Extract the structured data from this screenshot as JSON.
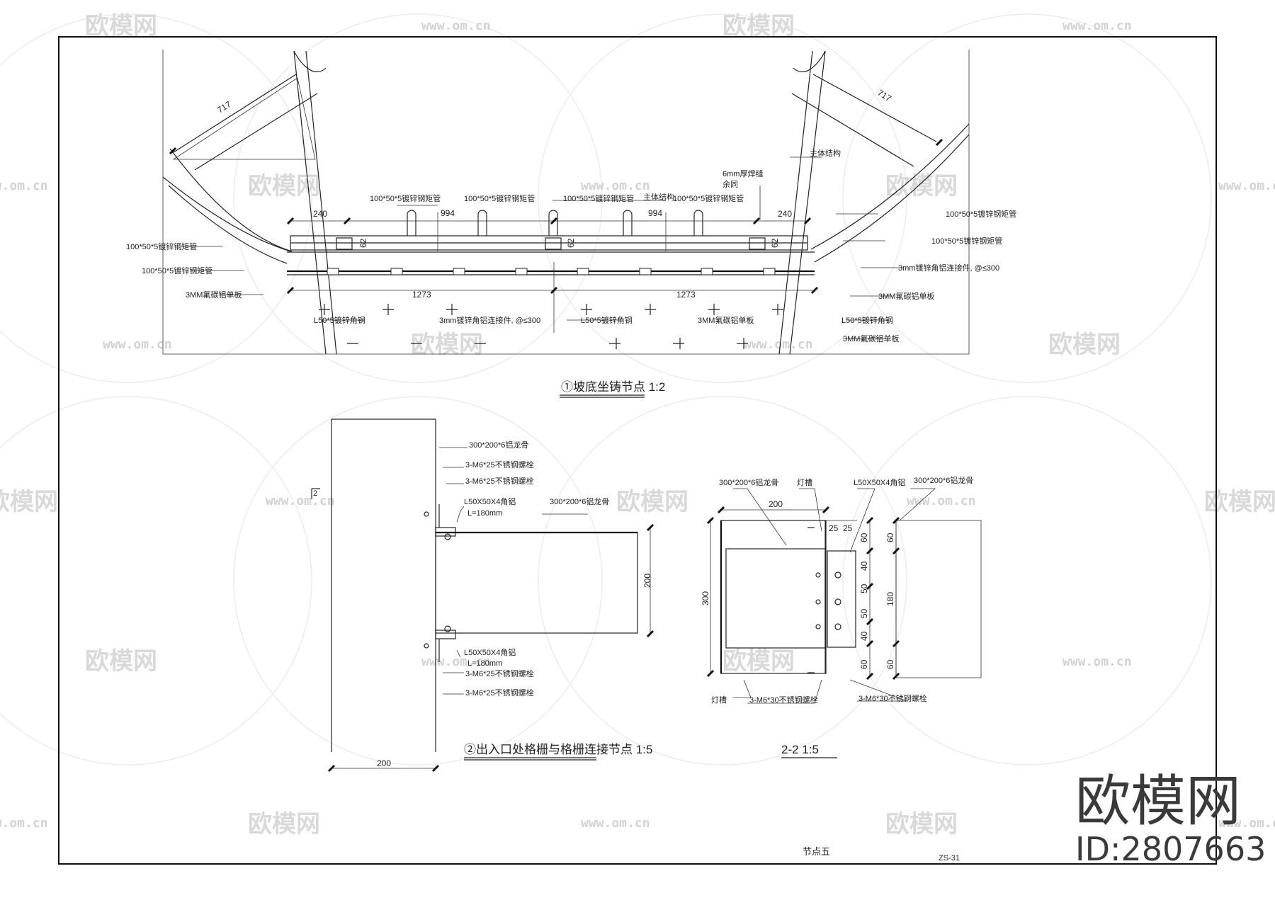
{
  "watermark": {
    "brand": "欧模网",
    "url": "www.om.cn",
    "id_text": "ID:2807663"
  },
  "detail1": {
    "title": "①坡底坐铸节点 1:2",
    "labels": {
      "tube_a": "100*50*5镀锌钢矩管",
      "tube_b": "100*50*5镀锌钢矩管",
      "tube_c": "100*50*5镀锌钢矩管",
      "tube_d": "100*50*5镀锌钢矩管",
      "tube_left1": "100*50*5镀锌钢矩管",
      "tube_left2": "100*50*5镀锌钢矩管",
      "tube_right1": "100*50*5镀锌钢矩管",
      "tube_right2": "100*50*5镀锌钢矩管",
      "main_struct": "主体结构",
      "main_struct_right": "主体结构",
      "weld": "6mm厚焊缝",
      "weld2": "余同",
      "plate_left": "3MM氟碳铝单板",
      "plate_mid": "3MM氟碳铝单板",
      "plate_right1": "3MM氟碳铝单板",
      "plate_right2": "3MM氟碳铝单板",
      "angle_left": "L50*5镀锌角钢",
      "angle_mid": "L50*5镀锌角钢",
      "angle_right": "L50*5镀锌角钢",
      "bracket_mid": "3mm镀锌角铝连接件, @≤300",
      "bracket_right": "3mm镀锌角铝连接件, @≤300"
    },
    "dims": {
      "d717_left": "717",
      "d717_right": "717",
      "d240_left": "240",
      "d240_right": "240",
      "d994_left": "994",
      "d994_right": "994",
      "d62_a": "62",
      "d62_b": "62",
      "d62_c": "62",
      "d1273_left": "1273",
      "d1273_right": "1273"
    }
  },
  "detail2": {
    "title": "②出入口处格栅与格栅连接节点 1:5",
    "labels": {
      "keel_top": "300*200*6铝龙骨",
      "bolt_1": "3-M6*25不锈钢螺栓",
      "bolt_2": "3-M6*25不锈钢螺栓",
      "angle_top": "L50X50X4角铝",
      "len_top": "L=180mm",
      "keel_mid": "300*200*6铝龙骨",
      "angle_bot": "L50X50X4角铝",
      "len_bot": "L=180mm",
      "bolt_3": "3-M6*25不锈钢螺栓",
      "bolt_4": "3-M6*25不锈钢螺栓",
      "section_mark": "2"
    },
    "dims": {
      "d200_h": "200",
      "d200_v": "200"
    }
  },
  "section22": {
    "title": "2-2 1:5",
    "labels": {
      "keel_left": "300*200*6铝龙骨",
      "light_top": "灯槽",
      "angle": "L50X50X4角铝",
      "keel_right": "300*200*6铝龙骨",
      "light_bot": "灯槽",
      "bolt_left": "3-M6*30不锈钢螺栓",
      "bolt_right": "3-M6*30不锈钢螺栓"
    },
    "dims": {
      "d200": "200",
      "d25a": "25",
      "d25b": "25",
      "d300": "300",
      "d60a": "60",
      "d40a": "40",
      "d50a": "50",
      "d50b": "50",
      "d40b": "40",
      "d60b": "60",
      "d60c": "60",
      "d180": "180",
      "d60d": "60"
    }
  },
  "footer": {
    "sheet_title": "节点五",
    "sheet_no": "ZS-31"
  }
}
